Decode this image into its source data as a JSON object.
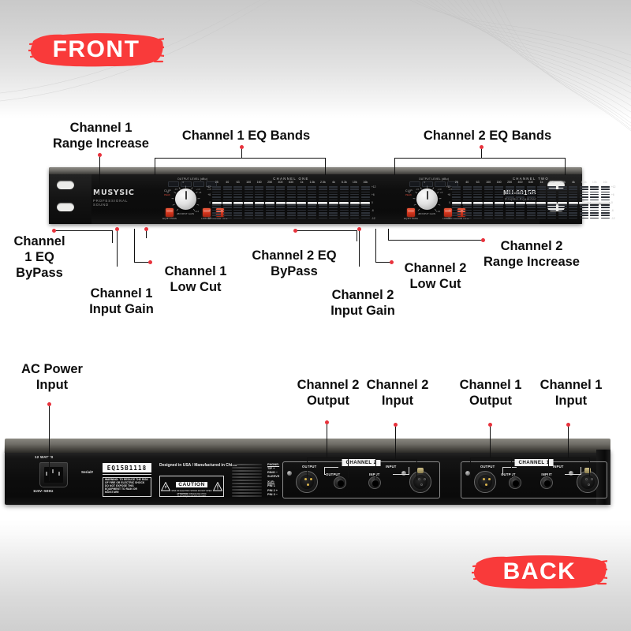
{
  "badges": {
    "front": "FRONT",
    "back": "BACK",
    "color": "#f93a3a"
  },
  "front_annotations": [
    {
      "name": "ch1-range-increase",
      "text": "Channel 1\nRange Increase"
    },
    {
      "name": "ch1-eq-bands",
      "text": "Channel 1 EQ Bands"
    },
    {
      "name": "ch2-eq-bands",
      "text": "Channel 2 EQ Bands"
    },
    {
      "name": "ch1-eq-bypass",
      "text": "Channel\n1 EQ\nByPass"
    },
    {
      "name": "ch1-input-gain",
      "text": "Channel 1\nInput Gain"
    },
    {
      "name": "ch1-low-cut",
      "text": "Channel 1\nLow Cut"
    },
    {
      "name": "ch2-eq-bypass",
      "text": "Channel 2 EQ\nByPass"
    },
    {
      "name": "ch2-input-gain",
      "text": "Channel 2\nInput Gain"
    },
    {
      "name": "ch2-low-cut",
      "text": "Channel 2\nLow Cut"
    },
    {
      "name": "ch2-range-increase",
      "text": "Channel 2\nRange Increase"
    }
  ],
  "back_annotations": [
    {
      "name": "ac-power-input",
      "text": "AC Power\nInput"
    },
    {
      "name": "ch2-output",
      "text": "Channel 2\nOutput"
    },
    {
      "name": "ch2-input",
      "text": "Channel 2\nInput"
    },
    {
      "name": "ch1-output",
      "text": "Channel 1\nOutput"
    },
    {
      "name": "ch1-input",
      "text": "Channel 1\nInput"
    }
  ],
  "front_panel": {
    "brand": "MUSYSIC",
    "tagline": "PROFESSIONAL SOUND",
    "model": "MU-6015B",
    "model_sub": "Graphic Equalizer",
    "meter_title": "OUTPUT LEVEL (dBu)",
    "meter_scale": [
      "-15",
      "0",
      "+10",
      "+18"
    ],
    "clip_label": "CLIP",
    "clip_sub": "PEAK",
    "gain_label": "dB\nINPUT\nGAIN",
    "knob_ticks": [
      "-12",
      "-6",
      "0",
      "+6",
      "+12"
    ],
    "buttons": [
      {
        "name": "eq-bypass",
        "label": "EQ\nBY PASS"
      },
      {
        "name": "low-cut",
        "label": "LOW\nCUT"
      },
      {
        "name": "range",
        "label": "RANGE\n+6/12"
      }
    ],
    "channels": [
      {
        "name": "CHANNEL ONE",
        "frequencies": [
          "25",
          "40",
          "63",
          "100",
          "160",
          "250",
          "400",
          "630",
          "1k",
          "1.6k",
          "2.5k",
          "4k",
          "6.3k",
          "10k",
          "16k"
        ],
        "slider_positions": [
          0.5,
          0.5,
          0.5,
          0.5,
          0.5,
          0.5,
          0.5,
          0.5,
          0.5,
          0.5,
          0.5,
          0.5,
          0.5,
          0.5,
          0.5
        ]
      },
      {
        "name": "CHANNEL TWO",
        "frequencies": [
          "25",
          "40",
          "63",
          "100",
          "160",
          "250",
          "400",
          "630",
          "1k",
          "1.6k",
          "2.5k",
          "4k",
          "6.3k",
          "10k",
          "16k"
        ],
        "slider_positions": [
          0.5,
          0.5,
          0.5,
          0.5,
          0.5,
          0.5,
          0.5,
          0.5,
          0.5,
          0.5,
          0.5,
          0.5,
          0.5,
          0.5,
          0.5
        ]
      }
    ],
    "band_scale": [
      "+12",
      "+6",
      "0",
      "-6",
      "-12"
    ]
  },
  "back_panel": {
    "wattage": "12 WATTS",
    "voltage": "115V~50Hz",
    "serial_label": "Serial#",
    "serial_number": "EQ15B1118",
    "warning": "WARNING: TO REDUCE THE RISK OF FIRE OR ELECTRIC SHOCK DO NOT EXPOSE THIS EQUIPMENT TO RAIN OR MOISTURE",
    "warning_head": "WARNING:",
    "warning_body": " TO REDUCE THE RISK OF FIRE OR ELECTRIC SHOCK DO NOT EXPOSE THIS EQUIPMENT TO RAIN OR MOISTURE",
    "designed": "Designed in USA /\nManufactured in China",
    "caution_word": "CAUTION",
    "caution_sub": "RISK OF ELECTRIC SHOCK\nDO NOT OPEN",
    "caution_fr_head": "ATTENTION:",
    "caution_fr": " RISQUE DE CHOC ELECTRIQUE NE PAS OUVRIR",
    "pin_header_phone": "PHONE:",
    "pin_phone": [
      "TIP  +",
      "RING  −",
      "SLEEVE"
    ],
    "pin_header_xlr": "XLR:",
    "pin_xlr": [
      "PIN 1",
      "PIN 2  +",
      "PIN 3  −"
    ],
    "channels": [
      {
        "title": "CHANNEL 2",
        "xlr_out_label": "OUTPUT",
        "trs_out_label": "OUTPUT",
        "trs_in_label": "INPUT",
        "xlr_in_label": "INPUT"
      },
      {
        "title": "CHANNEL 1",
        "xlr_out_label": "OUTPUT",
        "trs_out_label": "OUTPUT",
        "trs_in_label": "INPUT",
        "xlr_in_label": "INPUT"
      }
    ]
  }
}
